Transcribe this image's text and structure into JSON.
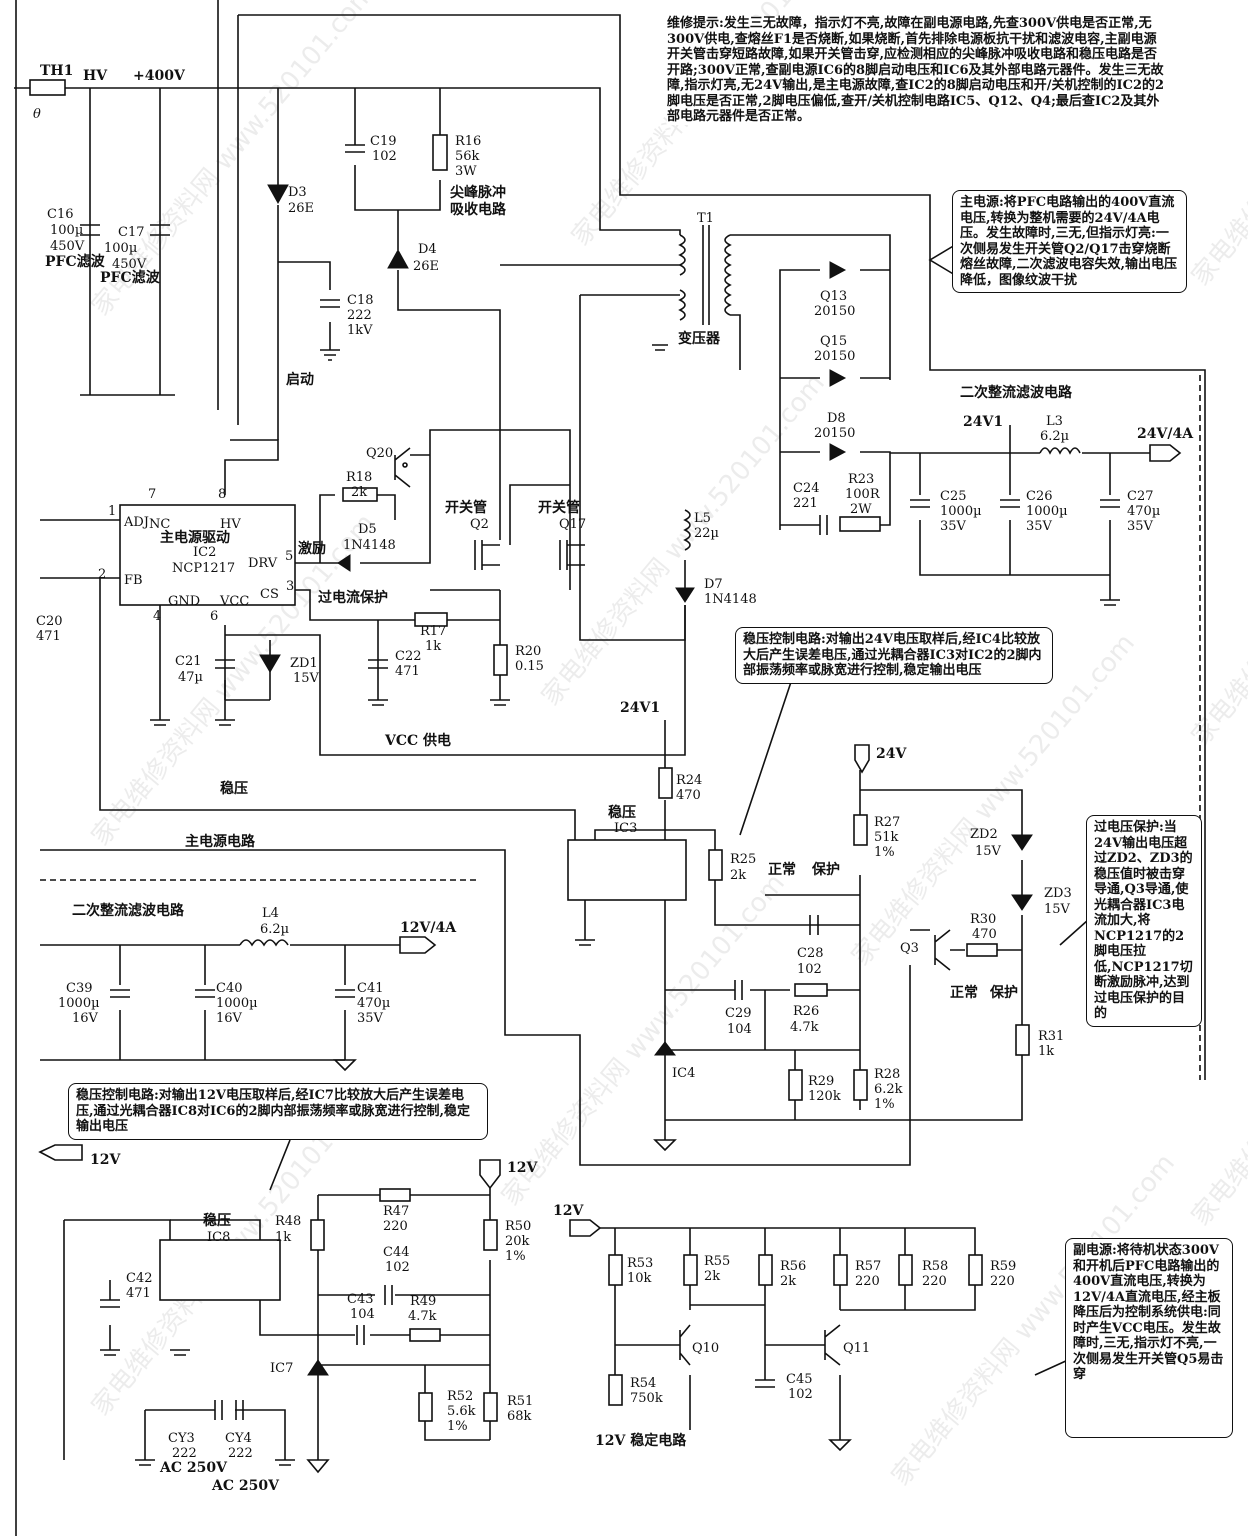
{
  "notes": {
    "repair_tip": "维修提示:发生三无故障，指示灯不亮,故障在副电源电路,先查300V供电是否正常,无300V供电,查熔丝F1是否烧断,如果烧断,首先排除电源板抗干扰和滤波电容,主副电源开关管击穿短路故障,如果开关管击穿,应检测相应的尖峰脉冲吸收电路和稳压电路是否开路;300V正常,查副电源IC6的8脚启动电压和IC6及其外部电路元器件。发生三无故障,指示灯亮,无24V输出,是主电源故障,查IC2的8脚启动电压和开/关机控制的IC2的2脚电压是否正常,2脚电压偏低,查开/关机控制电路IC5、Q12、Q4;最后查IC2及其外部电路元器件是否正常。",
    "main_power": "主电源:将PFC电路输出的400V直流电压,转换为整机需要的24V/4A电压。发生故障时,三无,但指示灯亮:一次侧易发生开关管Q2/Q17击穿烧断熔丝故障,二次滤波电容失效,输出电压降低，图像纹波干扰",
    "reg24": "稳压控制电路:对输出24V电压取样后,经IC4比较放大后产生误差电压,通过光耦合器IC3对IC2的2脚内部振荡频率或脉宽进行控制,稳定输出电压",
    "ovp": "过电压保护:当24V输出电压超过ZD2、ZD3的稳压值时被击穿导通,Q3导通,使光耦合器IC3电流加大,将NCP1217的2脚电压拉低,NCP1217切断激励脉冲,达到过电压保护的目的",
    "reg12": "稳压控制电路:对输出12V电压取样后,经IC7比较放大后产生误差电压,通过光耦合器IC8对IC6的2脚内部振荡频率或脉宽进行控制,稳定输出电压",
    "standby": "副电源:将待机状态300V和开机后PFC电路输出的400V直流电压,转换为12V/4A直流电压,经主板降压后为控制系统供电:同时产生VCC电压。发生故障时,三无,指示灯不亮,一次侧易发生开关管Q5易击穿"
  },
  "labels": [
    {
      "id": "th1",
      "text": "TH1"
    },
    {
      "id": "hv",
      "text": "HV"
    },
    {
      "id": "p400",
      "text": "+400V"
    },
    {
      "id": "theta",
      "text": "θ"
    },
    {
      "id": "c16a",
      "text": "C16"
    },
    {
      "id": "c16b",
      "text": "100µ"
    },
    {
      "id": "c16c",
      "text": "450V"
    },
    {
      "id": "c16d",
      "text": "PFC滤波"
    },
    {
      "id": "c17a",
      "text": "C17"
    },
    {
      "id": "c17b",
      "text": "100µ"
    },
    {
      "id": "c17c",
      "text": "450V"
    },
    {
      "id": "c17d",
      "text": "PFC滤波"
    },
    {
      "id": "d3a",
      "text": "D3"
    },
    {
      "id": "d3b",
      "text": "26E"
    },
    {
      "id": "c19a",
      "text": "C19"
    },
    {
      "id": "c19b",
      "text": "102"
    },
    {
      "id": "r16a",
      "text": "R16"
    },
    {
      "id": "r16b",
      "text": "56k"
    },
    {
      "id": "r16c",
      "text": "3W"
    },
    {
      "id": "spike1",
      "text": "尖峰脉冲"
    },
    {
      "id": "spike2",
      "text": "吸收电路"
    },
    {
      "id": "d4a",
      "text": "D4"
    },
    {
      "id": "d4b",
      "text": "26E"
    },
    {
      "id": "c18a",
      "text": "C18"
    },
    {
      "id": "c18b",
      "text": "222"
    },
    {
      "id": "c18c",
      "text": "1kV"
    },
    {
      "id": "t1",
      "text": "T1"
    },
    {
      "id": "xfmr",
      "text": "变压器"
    },
    {
      "id": "q13a",
      "text": "Q13"
    },
    {
      "id": "q13b",
      "text": "20150"
    },
    {
      "id": "q15a",
      "text": "Q15"
    },
    {
      "id": "q15b",
      "text": "20150"
    },
    {
      "id": "d8a",
      "text": "D8"
    },
    {
      "id": "d8b",
      "text": "20150"
    },
    {
      "id": "sec1",
      "text": "二次整流滤波电路"
    },
    {
      "id": "v24v1a",
      "text": "24V1"
    },
    {
      "id": "l3a",
      "text": "L3"
    },
    {
      "id": "l3b",
      "text": "6.2µ"
    },
    {
      "id": "out24",
      "text": "24V/4A"
    },
    {
      "id": "c24a",
      "text": "C24"
    },
    {
      "id": "c24b",
      "text": "221"
    },
    {
      "id": "r23a",
      "text": "R23"
    },
    {
      "id": "r23b",
      "text": "100R"
    },
    {
      "id": "r23c",
      "text": "2W"
    },
    {
      "id": "c25a",
      "text": "C25"
    },
    {
      "id": "c25b",
      "text": "1000µ"
    },
    {
      "id": "c25c",
      "text": "35V"
    },
    {
      "id": "c26a",
      "text": "C26"
    },
    {
      "id": "c26b",
      "text": "1000µ"
    },
    {
      "id": "c26c",
      "text": "35V"
    },
    {
      "id": "c27a",
      "text": "C27"
    },
    {
      "id": "c27b",
      "text": "470µ"
    },
    {
      "id": "c27c",
      "text": "35V"
    },
    {
      "id": "start",
      "text": "启动"
    },
    {
      "id": "q20",
      "text": "Q20"
    },
    {
      "id": "r18a",
      "text": "R18"
    },
    {
      "id": "r18b",
      "text": "2k"
    },
    {
      "id": "d5a",
      "text": "D5"
    },
    {
      "id": "d5b",
      "text": "1N4148"
    },
    {
      "id": "excite",
      "text": "激励"
    },
    {
      "id": "sw1",
      "text": "开关管"
    },
    {
      "id": "q2",
      "text": "Q2"
    },
    {
      "id": "sw2",
      "text": "开关管"
    },
    {
      "id": "q17",
      "text": "Q17"
    },
    {
      "id": "l5a",
      "text": "L5"
    },
    {
      "id": "l5b",
      "text": "22µ"
    },
    {
      "id": "d7a",
      "text": "D7"
    },
    {
      "id": "d7b",
      "text": "1N4148"
    },
    {
      "id": "pin1",
      "text": "1"
    },
    {
      "id": "adj",
      "text": "ADJ"
    },
    {
      "id": "pin7",
      "text": "7"
    },
    {
      "id": "nc",
      "text": "NC"
    },
    {
      "id": "pin8",
      "text": "8"
    },
    {
      "id": "hvpin",
      "text": "HV"
    },
    {
      "id": "ic2t1",
      "text": "主电源驱动"
    },
    {
      "id": "ic2t2",
      "text": "IC2"
    },
    {
      "id": "ic2t3",
      "text": "NCP1217"
    },
    {
      "id": "drv",
      "text": "DRV"
    },
    {
      "id": "pin5",
      "text": "5"
    },
    {
      "id": "pin2",
      "text": "2"
    },
    {
      "id": "fb",
      "text": "FB"
    },
    {
      "id": "gnd",
      "text": "GND"
    },
    {
      "id": "vcc",
      "text": "VCC"
    },
    {
      "id": "cs",
      "text": "CS"
    },
    {
      "id": "pin3",
      "text": "3"
    },
    {
      "id": "pin4",
      "text": "4"
    },
    {
      "id": "pin6",
      "text": "6"
    },
    {
      "id": "ocp",
      "text": "过电流保护"
    },
    {
      "id": "c20a",
      "text": "C20"
    },
    {
      "id": "c20b",
      "text": "471"
    },
    {
      "id": "c21a",
      "text": "C21"
    },
    {
      "id": "c21b",
      "text": "47µ"
    },
    {
      "id": "zd1a",
      "text": "ZD1"
    },
    {
      "id": "zd1b",
      "text": "15V"
    },
    {
      "id": "c22a",
      "text": "C22"
    },
    {
      "id": "c22b",
      "text": "471"
    },
    {
      "id": "r17a",
      "text": "R17"
    },
    {
      "id": "r17b",
      "text": "1k"
    },
    {
      "id": "r20a",
      "text": "R20"
    },
    {
      "id": "r20b",
      "text": "0.15"
    },
    {
      "id": "vccsup",
      "text": "VCC 供电"
    },
    {
      "id": "v24v1b",
      "text": "24V1"
    },
    {
      "id": "reg",
      "text": "稳压"
    },
    {
      "id": "mainps",
      "text": "主电源电路"
    },
    {
      "id": "r24a",
      "text": "R24"
    },
    {
      "id": "r24b",
      "text": "470"
    },
    {
      "id": "ic3a",
      "text": "稳压"
    },
    {
      "id": "ic3b",
      "text": "IC3"
    },
    {
      "id": "r25a",
      "text": "R25"
    },
    {
      "id": "r25b",
      "text": "2k"
    },
    {
      "id": "normal1",
      "text": "正常"
    },
    {
      "id": "protect1",
      "text": "保护"
    },
    {
      "id": "v24",
      "text": "24V"
    },
    {
      "id": "r27a",
      "text": "R27"
    },
    {
      "id": "r27b",
      "text": "51k"
    },
    {
      "id": "r27c",
      "text": "1%"
    },
    {
      "id": "zd2a",
      "text": "ZD2"
    },
    {
      "id": "zd2b",
      "text": "15V"
    },
    {
      "id": "zd3a",
      "text": "ZD3"
    },
    {
      "id": "zd3b",
      "text": "15V"
    },
    {
      "id": "r30a",
      "text": "R30"
    },
    {
      "id": "r30b",
      "text": "470"
    },
    {
      "id": "q3",
      "text": "Q3"
    },
    {
      "id": "c28a",
      "text": "C28"
    },
    {
      "id": "c28b",
      "text": "102"
    },
    {
      "id": "normal2",
      "text": "正常"
    },
    {
      "id": "protect2",
      "text": "保护"
    },
    {
      "id": "c29a",
      "text": "C29"
    },
    {
      "id": "c29b",
      "text": "104"
    },
    {
      "id": "r26a",
      "text": "R26"
    },
    {
      "id": "r26b",
      "text": "4.7k"
    },
    {
      "id": "r31a",
      "text": "R31"
    },
    {
      "id": "r31b",
      "text": "1k"
    },
    {
      "id": "ic4",
      "text": "IC4"
    },
    {
      "id": "r29a",
      "text": "R29"
    },
    {
      "id": "r29b",
      "text": "120k"
    },
    {
      "id": "r28a",
      "text": "R28"
    },
    {
      "id": "r28b",
      "text": "6.2k"
    },
    {
      "id": "r28c",
      "text": "1%"
    },
    {
      "id": "sec2",
      "text": "二次整流滤波电路"
    },
    {
      "id": "l4a",
      "text": "L4"
    },
    {
      "id": "l4b",
      "text": "6.2µ"
    },
    {
      "id": "out12",
      "text": "12V/4A"
    },
    {
      "id": "c39a",
      "text": "C39"
    },
    {
      "id": "c39b",
      "text": "1000µ"
    },
    {
      "id": "c39c",
      "text": "16V"
    },
    {
      "id": "c40a",
      "text": "C40"
    },
    {
      "id": "c40b",
      "text": "1000µ"
    },
    {
      "id": "c40c",
      "text": "16V"
    },
    {
      "id": "c41a",
      "text": "C41"
    },
    {
      "id": "c41b",
      "text": "470µ"
    },
    {
      "id": "c41c",
      "text": "35V"
    },
    {
      "id": "v12a",
      "text": "12V"
    },
    {
      "id": "v12b",
      "text": "12V"
    },
    {
      "id": "v12c",
      "text": "12V"
    },
    {
      "id": "ic8a",
      "text": "稳压"
    },
    {
      "id": "ic8b",
      "text": "IC8"
    },
    {
      "id": "r48a",
      "text": "R48"
    },
    {
      "id": "r48b",
      "text": "1k"
    },
    {
      "id": "r47a",
      "text": "R47"
    },
    {
      "id": "r47b",
      "text": "220"
    },
    {
      "id": "c44a",
      "text": "C44"
    },
    {
      "id": "c44b",
      "text": "102"
    },
    {
      "id": "r50a",
      "text": "R50"
    },
    {
      "id": "r50b",
      "text": "20k"
    },
    {
      "id": "r50c",
      "text": "1%"
    },
    {
      "id": "c42a",
      "text": "C42"
    },
    {
      "id": "c42b",
      "text": "471"
    },
    {
      "id": "c43a",
      "text": "C43"
    },
    {
      "id": "c43b",
      "text": "104"
    },
    {
      "id": "r49a",
      "text": "R49"
    },
    {
      "id": "r49b",
      "text": "4.7k"
    },
    {
      "id": "ic7",
      "text": "IC7"
    },
    {
      "id": "r52a",
      "text": "R52"
    },
    {
      "id": "r52b",
      "text": "5.6k"
    },
    {
      "id": "r52c",
      "text": "1%"
    },
    {
      "id": "r51a",
      "text": "R51"
    },
    {
      "id": "r51b",
      "text": "68k"
    },
    {
      "id": "cy3a",
      "text": "CY3"
    },
    {
      "id": "cy3b",
      "text": "222"
    },
    {
      "id": "cy4a",
      "text": "CY4"
    },
    {
      "id": "cy4b",
      "text": "222"
    },
    {
      "id": "ac1",
      "text": "AC 250V"
    },
    {
      "id": "ac2",
      "text": "AC 250V"
    },
    {
      "id": "r53a",
      "text": "R53"
    },
    {
      "id": "r53b",
      "text": "10k"
    },
    {
      "id": "r55a",
      "text": "R55"
    },
    {
      "id": "r55b",
      "text": "2k"
    },
    {
      "id": "r56a",
      "text": "R56"
    },
    {
      "id": "r56b",
      "text": "2k"
    },
    {
      "id": "r57a",
      "text": "R57"
    },
    {
      "id": "r57b",
      "text": "220"
    },
    {
      "id": "r58a",
      "text": "R58"
    },
    {
      "id": "r58b",
      "text": "220"
    },
    {
      "id": "r59a",
      "text": "R59"
    },
    {
      "id": "r59b",
      "text": "220"
    },
    {
      "id": "q10",
      "text": "Q10"
    },
    {
      "id": "q11",
      "text": "Q11"
    },
    {
      "id": "r54a",
      "text": "R54"
    },
    {
      "id": "r54b",
      "text": "750k"
    },
    {
      "id": "c45a",
      "text": "C45"
    },
    {
      "id": "c45b",
      "text": "102"
    },
    {
      "id": "stab12",
      "text": "12V 稳定电路"
    }
  ],
  "watermark": "家电维修资料网 www.520101.com"
}
